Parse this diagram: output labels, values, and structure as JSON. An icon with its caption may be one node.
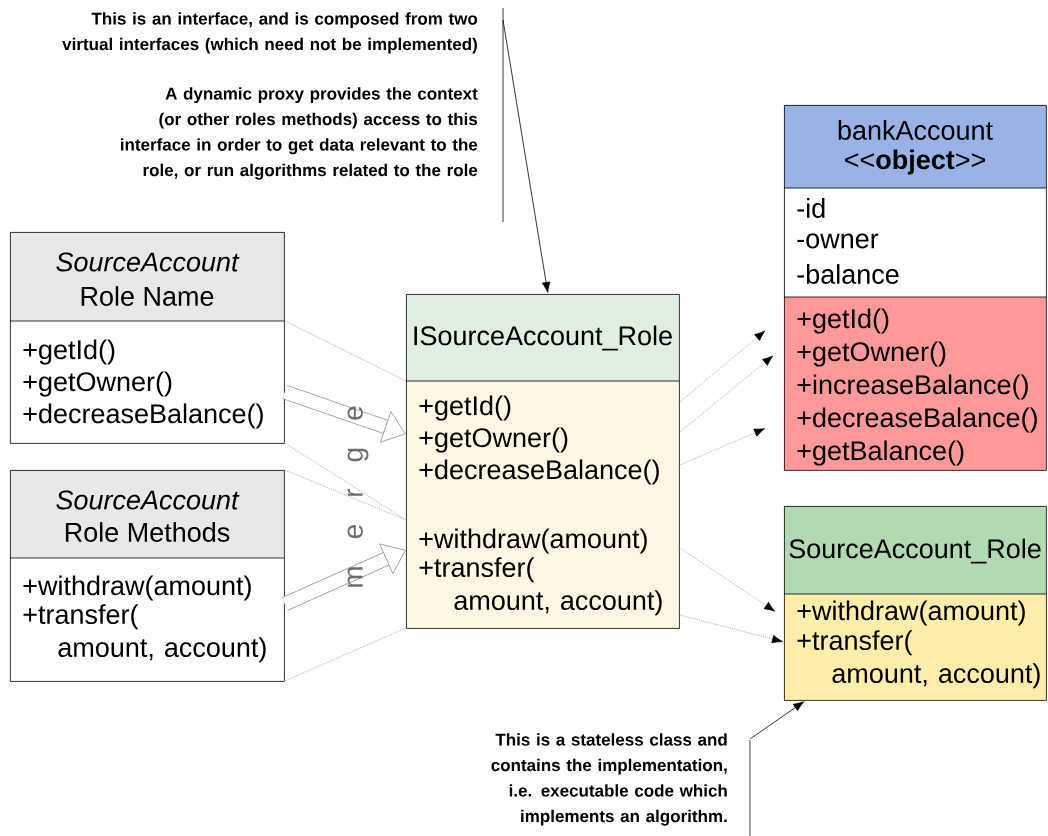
{
  "diagram": {
    "nodes": [
      {
        "text": [
          "This is an interface, and is composed from two virtual interfaces (which need not be implemented)",
          "A dynamic proxy provides the context (or other roles methods) access to this interface in order to get data relevant to the role, or run algorithms related to the role"
        ]
      },
      {
        "text": [
          "SourceAccount",
          "Role Name",
          "+getId()",
          "+getOwner()",
          "+decreaseBalance()"
        ]
      },
      {
        "text": [
          "SourceAccount",
          "Role Methods",
          "+withdraw(amount)",
          "+transfer( amount, account)"
        ]
      },
      {
        "text": [
          "ISourceAccount_Role",
          "+getId()",
          "+getOwner()",
          "+decreaseBalance()",
          "+withdraw(amount)",
          "+transfer( amount, account)"
        ]
      },
      {
        "text": [
          "bankAccount",
          "<<**object**>>",
          "-id",
          "-owner",
          "-balance",
          "+getId()",
          "+getOwner()",
          "+increaseBalance()",
          "+decreaseBalance()",
          "+getBalance()"
        ]
      },
      {
        "text": [
          "SourceAccount_Role",
          "+withdraw(amount)",
          "+transfer( amount, account)"
        ]
      },
      {
        "text": [
          "This is a stateless class and contains the implementation, i.e. executable code which implements an algorithm."
        ]
      }
    ],
    "edges": [
      {
        "from": 0,
        "to": 3,
        "arrow": "to",
        "color": "#000000"
      },
      {
        "from": 1,
        "to": 3,
        "arrow": "none",
        "style": "dashed",
        "color": "#999999"
      },
      {
        "from": 1,
        "to": 3,
        "arrow": "none",
        "style": "dashed",
        "color": "#999999"
      },
      {
        "from": 2,
        "to": 3,
        "arrow": "none",
        "style": "dashed",
        "color": "#999999"
      },
      {
        "from": 2,
        "to": 3,
        "arrow": "none",
        "style": "dashed",
        "color": "#999999"
      },
      {
        "from": 3,
        "to": 4,
        "arrow": "to",
        "style": "dashed",
        "color": "#999999"
      },
      {
        "from": 3,
        "to": 4,
        "arrow": "to",
        "style": "dashed",
        "color": "#999999"
      },
      {
        "from": 3,
        "to": 4,
        "arrow": "to",
        "style": "dashed",
        "color": "#999999"
      },
      {
        "from": 3,
        "to": 5,
        "arrow": "to",
        "style": "dashed",
        "color": "#999999"
      },
      {
        "from": 3,
        "to": 5,
        "arrow": "to",
        "style": "dashed",
        "color": "#999999"
      },
      {
        "from": 6,
        "to": 5,
        "arrow": "to",
        "color": "#000000"
      },
      {
        "from": 1,
        "to": 3,
        "arrow": "to",
        "style": "thick",
        "color": "#999999"
      },
      {
        "from": 2,
        "to": 3,
        "arrow": "to",
        "style": "thick",
        "color": "#999999"
      }
    ],
    "labels": [
      "m e r g e"
    ]
  }
}
